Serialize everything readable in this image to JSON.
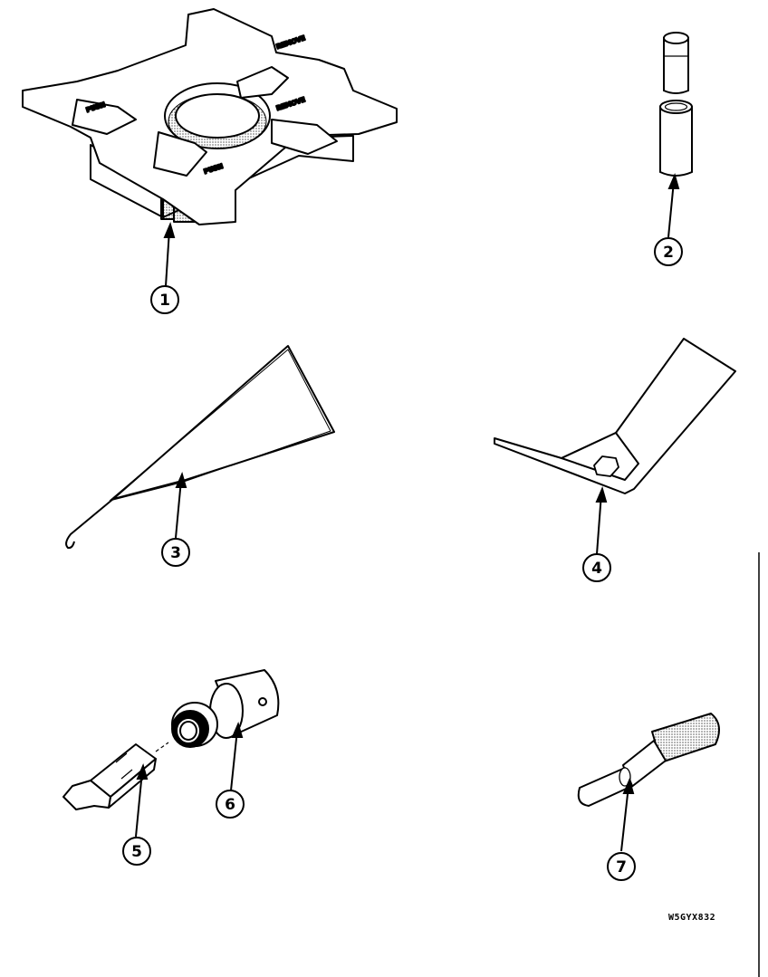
{
  "parts": [
    {
      "id": "part-1",
      "callout": "1",
      "icon": "template-gauge-icon",
      "labels": [
        "REMOVE",
        "PUSH",
        "REMOVE",
        "PUSH"
      ]
    },
    {
      "id": "part-2",
      "callout": "2",
      "icon": "sleeve-spacer-icon"
    },
    {
      "id": "part-3",
      "callout": "3",
      "icon": "wire-hook-tool-icon"
    },
    {
      "id": "part-4",
      "callout": "4",
      "icon": "hex-wrench-plate-icon"
    },
    {
      "id": "part-5",
      "callout": "5",
      "icon": "torx-bit-icon"
    },
    {
      "id": "part-6",
      "callout": "6",
      "icon": "bit-adapter-socket-icon"
    },
    {
      "id": "part-7",
      "callout": "7",
      "icon": "knurled-pin-icon"
    }
  ],
  "drawing_code": "W5GYX832"
}
